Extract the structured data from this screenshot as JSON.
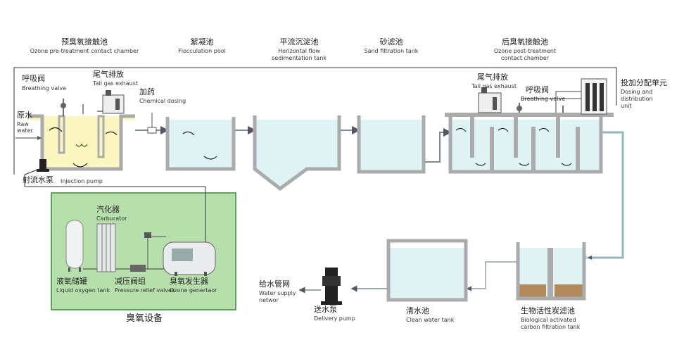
{
  "stages": {
    "pre_ozone": {
      "cn": "预臭氧接触池",
      "en": "Ozone pre-treatment contact chamber"
    },
    "flocculation": {
      "cn": "絮凝池",
      "en": "Flocculation pool"
    },
    "sedimentation": {
      "cn": "平流沉淀池",
      "en": "Horizontal flow",
      "en2": "sedimentation tank"
    },
    "sand_filter": {
      "cn": "砂滤池",
      "en": "Sand filtration tank"
    },
    "post_ozone": {
      "cn": "后臭氧接触池",
      "en": "Ozone post-treatment",
      "en2": "contact chamber"
    }
  },
  "components": {
    "breathing_valve_left": {
      "cn": "呼吸阀",
      "en": "Breathing valve"
    },
    "tail_gas_left": {
      "cn": "尾气排放",
      "en": "Tail gas exhaust"
    },
    "chemical_dosing": {
      "cn": "加药",
      "en": "Chemical dosing"
    },
    "raw_water": {
      "cn": "原水",
      "en": "Raw",
      "en2": "water"
    },
    "injection_pump": {
      "cn": "射流水泵",
      "en": "Injection pump"
    },
    "tail_gas_right": {
      "cn": "尾气排放",
      "en": "Tail gas exhaust"
    },
    "breathing_valve_right": {
      "cn": "呼吸阀",
      "en": "Breathing valve"
    },
    "dosing_unit": {
      "cn": "投加分配单元",
      "en": "Dosing and",
      "en2": "distribution",
      "en3": "unit"
    },
    "carburator": {
      "cn": "汽化器",
      "en": "Carburator"
    },
    "liquid_oxygen": {
      "cn": "液氧储罐",
      "en": "Liquid oxygen tank"
    },
    "pressure_valves": {
      "cn": "减压阀组",
      "en": "Pressure relief valves"
    },
    "ozone_generator": {
      "cn": "臭氧发生器",
      "en": "Ozone genertaor"
    },
    "ozone_equipment": {
      "cn": "臭氧设备"
    },
    "water_supply": {
      "cn": "给水管网",
      "en": "Water supply",
      "en2": "networ"
    },
    "delivery_pump": {
      "cn": "送水泵",
      "en": "Delivery pump"
    },
    "clean_water": {
      "cn": "清水池",
      "en": "Clean water tank"
    },
    "bac_filter": {
      "cn": "生物活性炭滤池",
      "en": "Biological activated",
      "en2": "carbon filtration tank"
    }
  },
  "colors": {
    "water": "#dff3f5",
    "ozone_fill": "#fbf6bf",
    "equipment_box": "#b7dfac",
    "equipment_border": "#3a8a3a",
    "tank_wall": "#a9abad",
    "pipe": "#7d8a90"
  }
}
